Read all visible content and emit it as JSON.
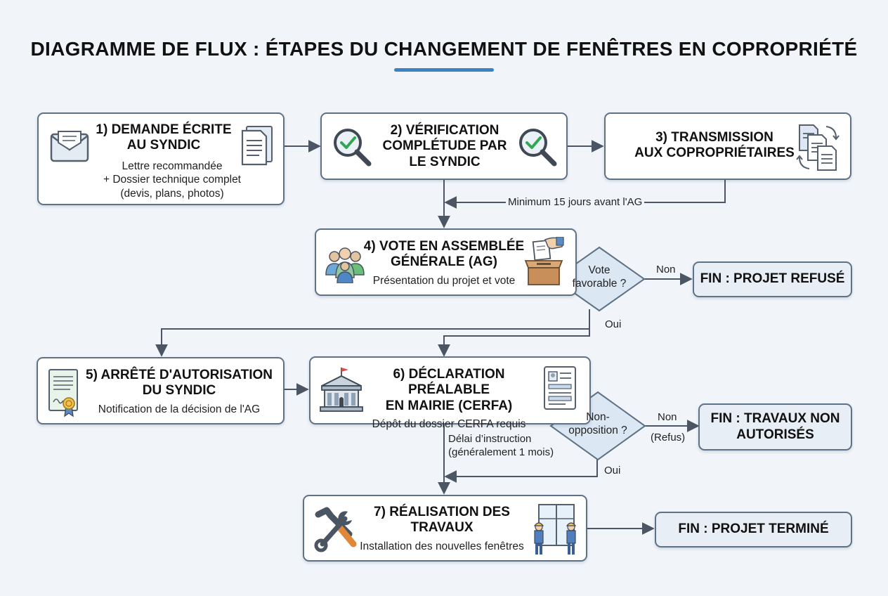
{
  "title": "DIAGRAMME DE FLUX : ÉTAPES DU CHANGEMENT DE FENÊTRES EN COPROPRIÉTÉ",
  "steps": [
    {
      "title_l1": "1) DEMANDE ÉCRITE",
      "title_l2": "AU SYNDIC",
      "sub_l1": "Lettre recommandée",
      "sub_l2": "+ Dossier technique complet",
      "sub_l3": "(devis, plans, photos)"
    },
    {
      "title_l1": "2) VÉRIFICATION",
      "title_l2": "COMPLÉTUDE PAR",
      "title_l3": "LE SYNDIC"
    },
    {
      "title_l1": "3) TRANSMISSION",
      "title_l2": "AUX COPROPRIÉTAIRES"
    },
    {
      "title_l1": "4) VOTE EN ASSEMBLÉE",
      "title_l2": "GÉNÉRALE (AG)",
      "sub_l1": "Présentation du projet et vote"
    },
    {
      "title_l1": "5) ARRÊTÉ D'AUTORISATION",
      "title_l2": "DU SYNDIC",
      "sub_l1": "Notification de la décision de l'AG"
    },
    {
      "title_l1": "6) DÉCLARATION PRÉALABLE",
      "title_l2": "EN MAIRIE (CERFA)",
      "sub_l1": "Dépôt du dossier CERFA requis"
    },
    {
      "title_l1": "7) RÉALISATION DES",
      "title_l2": "TRAVAUX",
      "sub_l1": "Installation des nouvelles fenêtres"
    }
  ],
  "decisions": {
    "vote": {
      "l1": "Vote",
      "l2": "favorable ?"
    },
    "non_opposition": {
      "l1": "Non-",
      "l2": "opposition ?"
    }
  },
  "ends": {
    "refused": "FIN : PROJET REFUSÉ",
    "not_authorized_l1": "FIN : TRAVAUX NON",
    "not_authorized_l2": "AUTORISÉS",
    "done": "FIN : PROJET TERMINÉ"
  },
  "labels": {
    "min_delay": "Minimum 15 jours avant l'AG",
    "non_1": "Non",
    "oui_1": "Oui",
    "non_2": "Non",
    "refus": "(Refus)",
    "oui_2": "Oui",
    "delay_l1": "Délai d’instruction",
    "delay_l2": "(généralement 1 mois)"
  },
  "colors": {
    "arrow": "#4b5563",
    "box_border": "#5f7186",
    "accent": "#3b82c4",
    "decision_fill": "#dbe7f2",
    "check_green": "#2fa84f"
  }
}
